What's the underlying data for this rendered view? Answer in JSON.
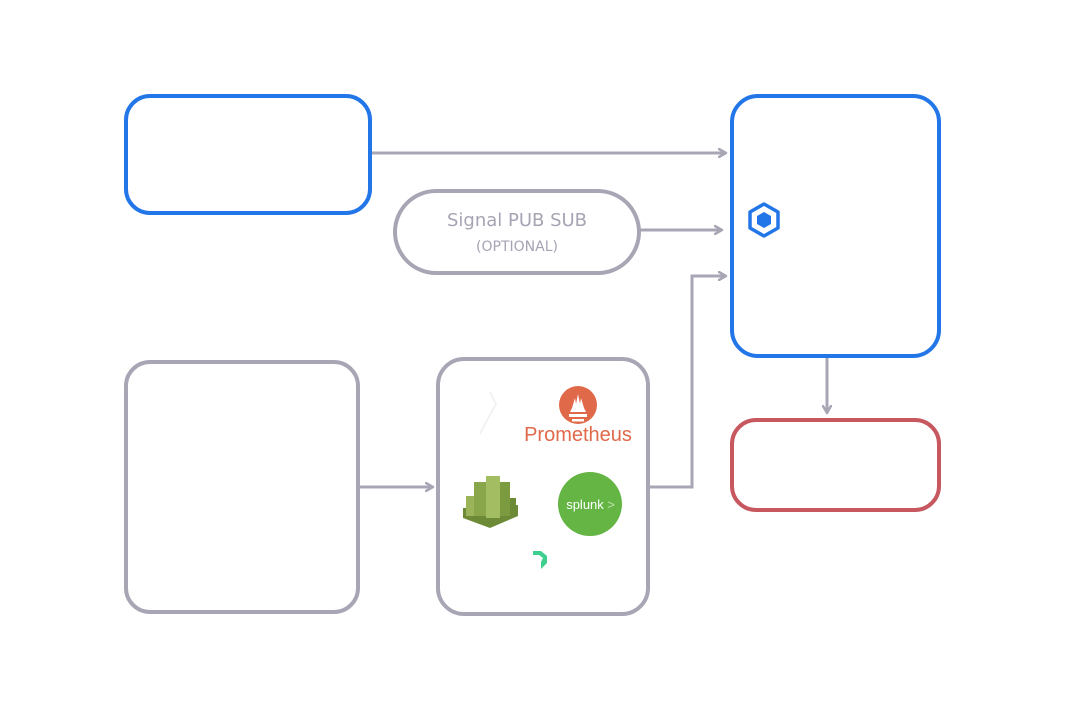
{
  "colors": {
    "blue": "#2276e8",
    "gray": "#a8a6b4",
    "red": "#c7585f",
    "prometheus": "#e0694a",
    "splunk": "#65b545",
    "cloudwatch": "#8aa64a",
    "teal": "#3ecf8e"
  },
  "pubsub": {
    "title": "Signal PUB SUB",
    "subtitle": "(OPTIONAL)"
  },
  "tools": {
    "prometheus_label": "Prometheus",
    "splunk_label": "splunk",
    "splunk_mark": ">"
  },
  "icons": [
    "service-hex-icon",
    "prometheus-flame-icon",
    "cloudwatch-icon",
    "splunk-icon",
    "teal-logo-icon"
  ]
}
